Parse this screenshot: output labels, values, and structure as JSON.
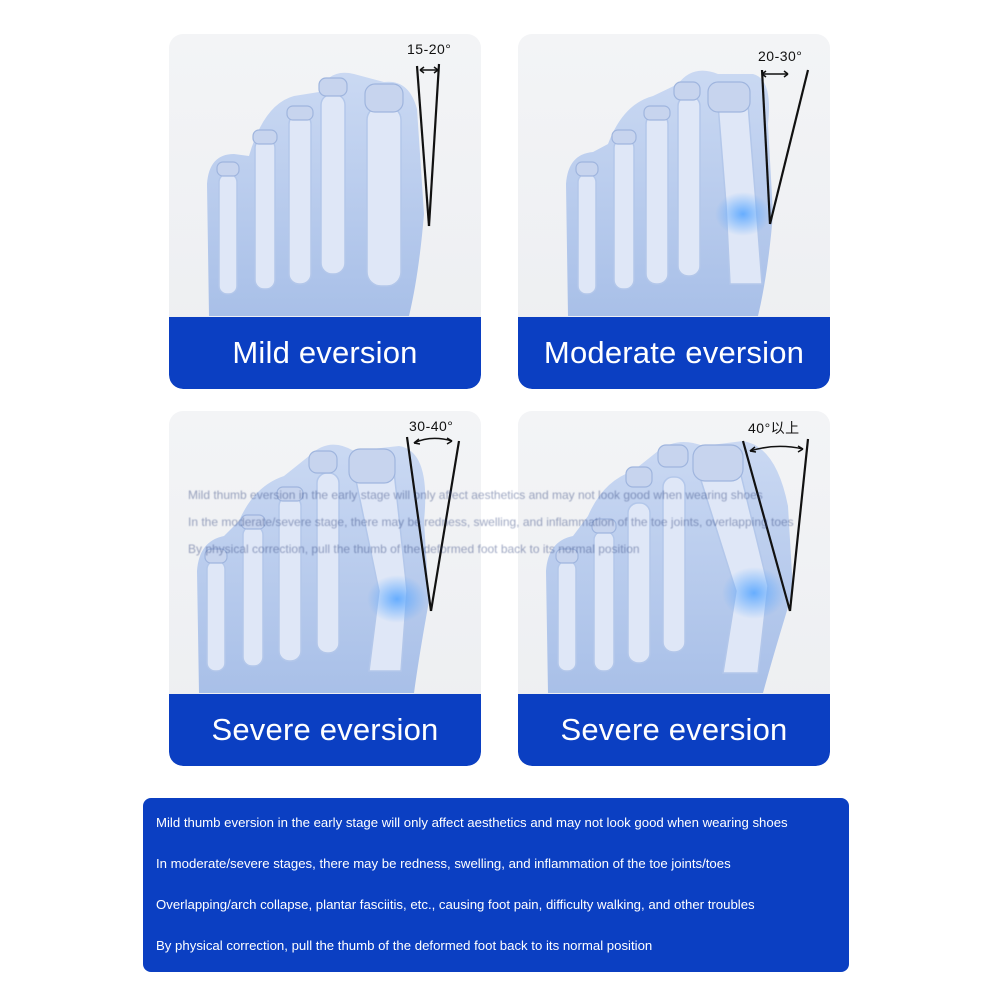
{
  "cards": [
    {
      "label": "Mild eversion",
      "angle": "15-20°"
    },
    {
      "label": "Moderate eversion",
      "angle": "20-30°"
    },
    {
      "label": "Severe eversion",
      "angle": "30-40°"
    },
    {
      "label": "Severe eversion",
      "angle": "40°以上"
    }
  ],
  "overlay_lines": [
    "Mild thumb eversion in the early stage will only affect aesthetics and may not look good when wearing shoes",
    "In the moderate/severe stage, there may be redness, swelling, and inflammation of the toe joints, overlapping toes",
    "By physical correction, pull the thumb of the deformed foot back to its normal position"
  ],
  "info": {
    "lines": [
      "Mild thumb eversion in the early stage will only affect aesthetics and may not look good when wearing shoes",
      "In moderate/severe stages, there may be redness, swelling, and inflammation of the toe joints/toes",
      "Overlapping/arch collapse, plantar fasciitis, etc., causing foot pain, difficulty walking, and other troubles",
      "By physical correction, pull the thumb of the deformed foot back to its normal position"
    ]
  },
  "colors": {
    "label_blue": "#0b3fc2",
    "foot_blue": "#9fbbe8",
    "bone": "#cfdcf4"
  }
}
